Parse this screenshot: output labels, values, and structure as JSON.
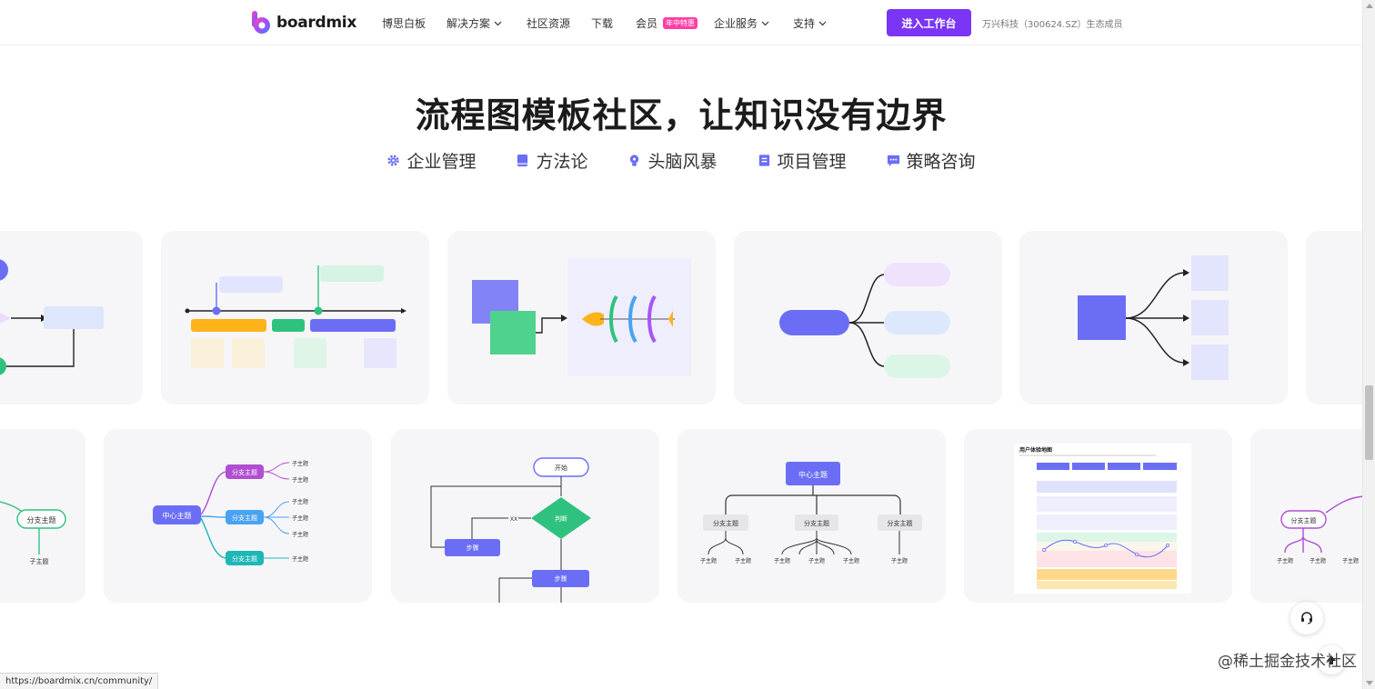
{
  "brand": {
    "name": "boardmix"
  },
  "nav": {
    "items": [
      {
        "label": "博思白板",
        "dropdown": false
      },
      {
        "label": "解决方案",
        "dropdown": true
      },
      {
        "label": "社区资源",
        "dropdown": false
      },
      {
        "label": "下载",
        "dropdown": false
      },
      {
        "label": "会员",
        "dropdown": false,
        "badge": "年中特惠"
      },
      {
        "label": "企业服务",
        "dropdown": true
      },
      {
        "label": "支持",
        "dropdown": true
      }
    ],
    "cta_label": "进入工作台",
    "ecosystem_text": "万兴科技（300624.SZ）生态成员"
  },
  "hero": {
    "title": "流程图模板社区，让知识没有边界",
    "categories": [
      {
        "label": "企业管理",
        "icon": "gear-icon"
      },
      {
        "label": "方法论",
        "icon": "book-icon"
      },
      {
        "label": "头脑风暴",
        "icon": "lightbulb-icon"
      },
      {
        "label": "项目管理",
        "icon": "document-icon"
      },
      {
        "label": "策略咨询",
        "icon": "chat-icon"
      }
    ]
  },
  "templates": {
    "mindmap_center": "中心主题",
    "mindmap_branch": "分支主题",
    "mindmap_leaf": "子主题",
    "flow_start": "开始",
    "flow_decision": "判断",
    "flow_step": "步骤",
    "flow_edge": "XX",
    "journey_title": "用户体验地图"
  },
  "colors": {
    "accent": "#7a35f5",
    "badge": "#ff3ea5",
    "card_bg": "#f6f6f8",
    "indigo": "#6b6ef5",
    "green": "#2ec27e",
    "purple": "#b04fd0",
    "teal": "#1fb6b6"
  },
  "statusbar": {
    "url": "https://boardmix.cn/community/"
  },
  "watermark": "@稀土掘金技术社区"
}
